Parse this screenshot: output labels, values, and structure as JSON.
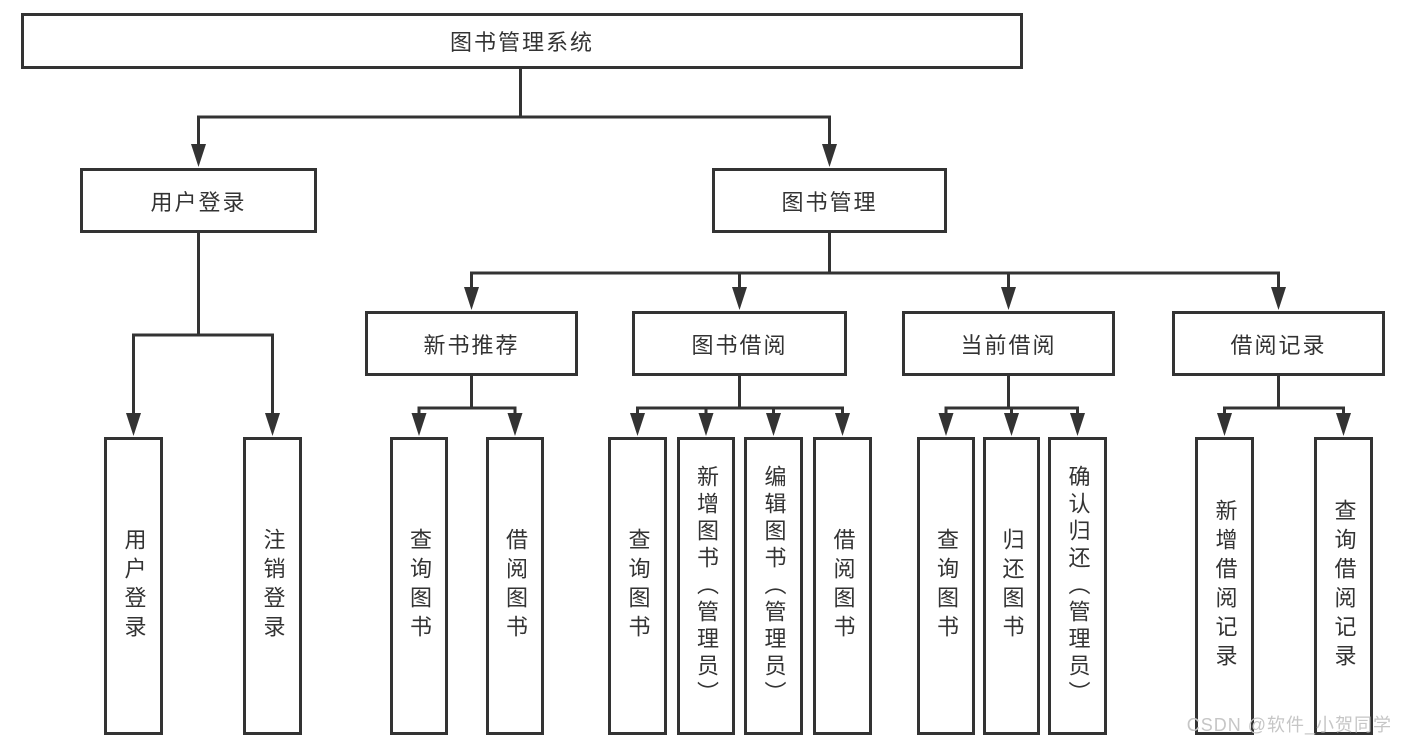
{
  "diagram": {
    "root": {
      "label": "图书管理系统"
    },
    "level2": [
      {
        "label": "用户登录"
      },
      {
        "label": "图书管理"
      }
    ],
    "level3": [
      {
        "label": "新书推荐"
      },
      {
        "label": "图书借阅"
      },
      {
        "label": "当前借阅"
      },
      {
        "label": "借阅记录"
      }
    ],
    "leaves": {
      "user_login": [
        "用户登录",
        "注销登录"
      ],
      "new_book_recommend": [
        "查询图书",
        "借阅图书"
      ],
      "book_borrow": [
        "查询图书",
        "新增图书（管理员）",
        "编辑图书（管理员）",
        "借阅图书"
      ],
      "current_borrow": [
        "查询图书",
        "归还图书",
        "确认归还（管理员）"
      ],
      "borrow_records": [
        "新增借阅记录",
        "查询借阅记录"
      ]
    }
  },
  "watermark": {
    "text": "CSDN @软件_小贺同学"
  },
  "colors": {
    "line": "#333333",
    "text": "#333333",
    "watermark_text": "#c6c6c6",
    "background": "#ffffff"
  }
}
